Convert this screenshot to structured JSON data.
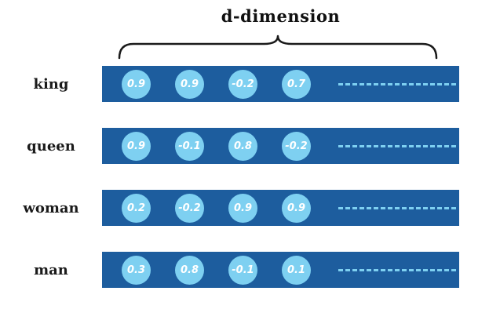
{
  "title": "d-dimension",
  "rows": [
    {
      "label": "king",
      "values": [
        "0.9",
        "0.9",
        "-0.2",
        "0.7"
      ]
    },
    {
      "label": "queen",
      "values": [
        "0.9",
        "-0.1",
        "0.8",
        "-0.2"
      ]
    },
    {
      "label": "woman",
      "values": [
        "0.2",
        "-0.2",
        "0.9",
        "0.9"
      ]
    },
    {
      "label": "man",
      "values": [
        "0.3",
        "0.8",
        "-0.1",
        "0.1"
      ]
    }
  ],
  "colors": {
    "bar": "#1d5d9e",
    "circle": "#7ed0f1",
    "value_text": "#ffffff",
    "brace": "#1a1a1a"
  }
}
